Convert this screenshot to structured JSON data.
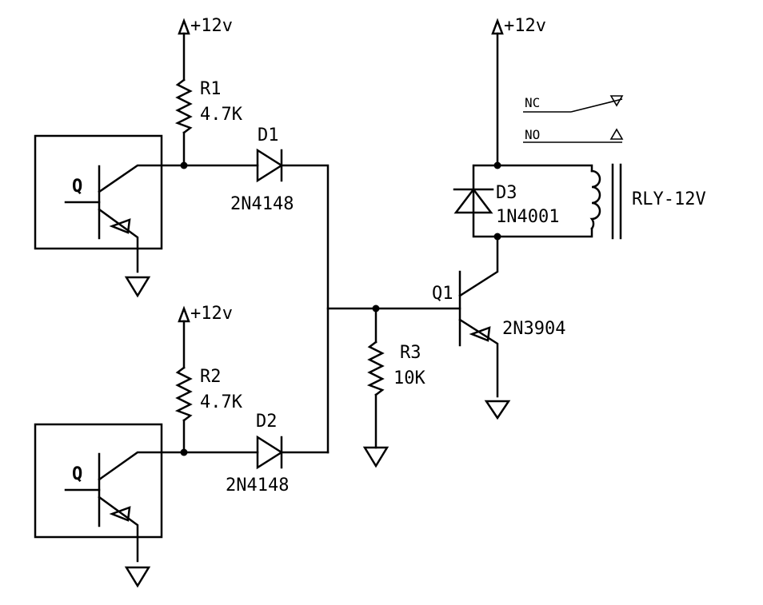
{
  "power": {
    "top_left": "+12v",
    "top_right": "+12v",
    "mid_left": "+12v"
  },
  "sensors": {
    "top_label": "Q",
    "bottom_label": "Q"
  },
  "components": {
    "r1": {
      "ref": "R1",
      "value": "4.7K"
    },
    "r2": {
      "ref": "R2",
      "value": "4.7K"
    },
    "r3": {
      "ref": "R3",
      "value": "10K"
    },
    "d1": {
      "ref": "D1",
      "part": "2N4148"
    },
    "d2": {
      "ref": "D2",
      "part": "2N4148"
    },
    "d3": {
      "ref": "D3",
      "part": "1N4001"
    },
    "q1": {
      "ref": "Q1",
      "part": "2N3904"
    },
    "relay": {
      "part": "RLY-12V",
      "nc": "NC",
      "no": "NO"
    }
  }
}
